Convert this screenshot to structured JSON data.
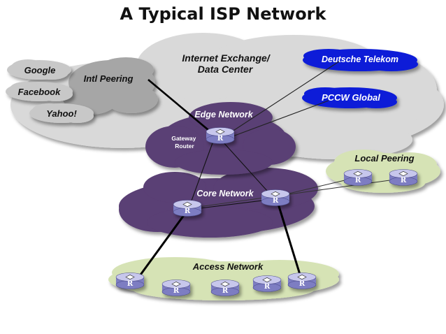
{
  "title": "A Typical ISP Network",
  "clouds": {
    "internet_exchange": "Internet Exchange/\nData Center",
    "intl_peering": "Intl Peering",
    "google": "Google",
    "facebook": "Facebook",
    "yahoo": "Yahoo!",
    "deutsche_telekom": "Deutsche Telekom",
    "pccw_global": "PCCW Global",
    "edge_network": "Edge Network",
    "core_network": "Core Network",
    "local_peering": "Local Peering",
    "access_network": "Access Network"
  },
  "gateway_router_label": "Gateway\nRouter",
  "router_letter": "R",
  "colors": {
    "exchange_cloud": "#d9d9d9",
    "intl_cloud": "#a6a6a6",
    "provider_cloud": "#c8c8c8",
    "telco_cloud": "#0a1ed8",
    "edge_core_cloud": "#5a3f74",
    "peering_access_cloud": "#d6e3b5",
    "router_top": "#c7c7ec",
    "router_body": "#7d7dc2"
  }
}
